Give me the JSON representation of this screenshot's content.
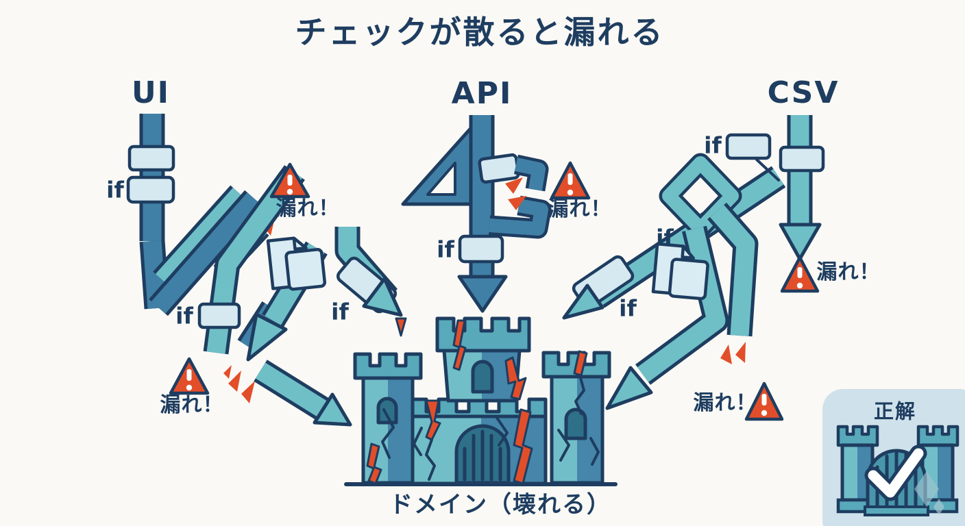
{
  "title": "チェックが散ると漏れる",
  "flows": {
    "ui": {
      "label": "UI"
    },
    "api": {
      "label": "API"
    },
    "csv": {
      "label": "CSV"
    }
  },
  "labels": {
    "if_check": "if",
    "leak": "漏れ！",
    "domain": "ドメイン（壊れる）",
    "correct": "正解"
  },
  "icons": {
    "warning": "warning-triangle-icon",
    "check_box": "if-check-box",
    "documents": "document-stack-icon",
    "broken_castle": "cracked-domain-castle-icon",
    "gate_check": "gate-with-checkmark-icon",
    "sparkle": "sparkle-icon"
  },
  "colors": {
    "background": "#faf9f5",
    "ink_navy": "#1e3d60",
    "pipe_steel_blue": "#4180a6",
    "pipe_teal": "#6fbfc7",
    "check_box_fill": "#d6e9f1",
    "alert_orange": "#e24e2a",
    "panel_blue": "#cfe1ea",
    "castle_light": "#72bec8",
    "castle_dark": "#4586aa"
  }
}
